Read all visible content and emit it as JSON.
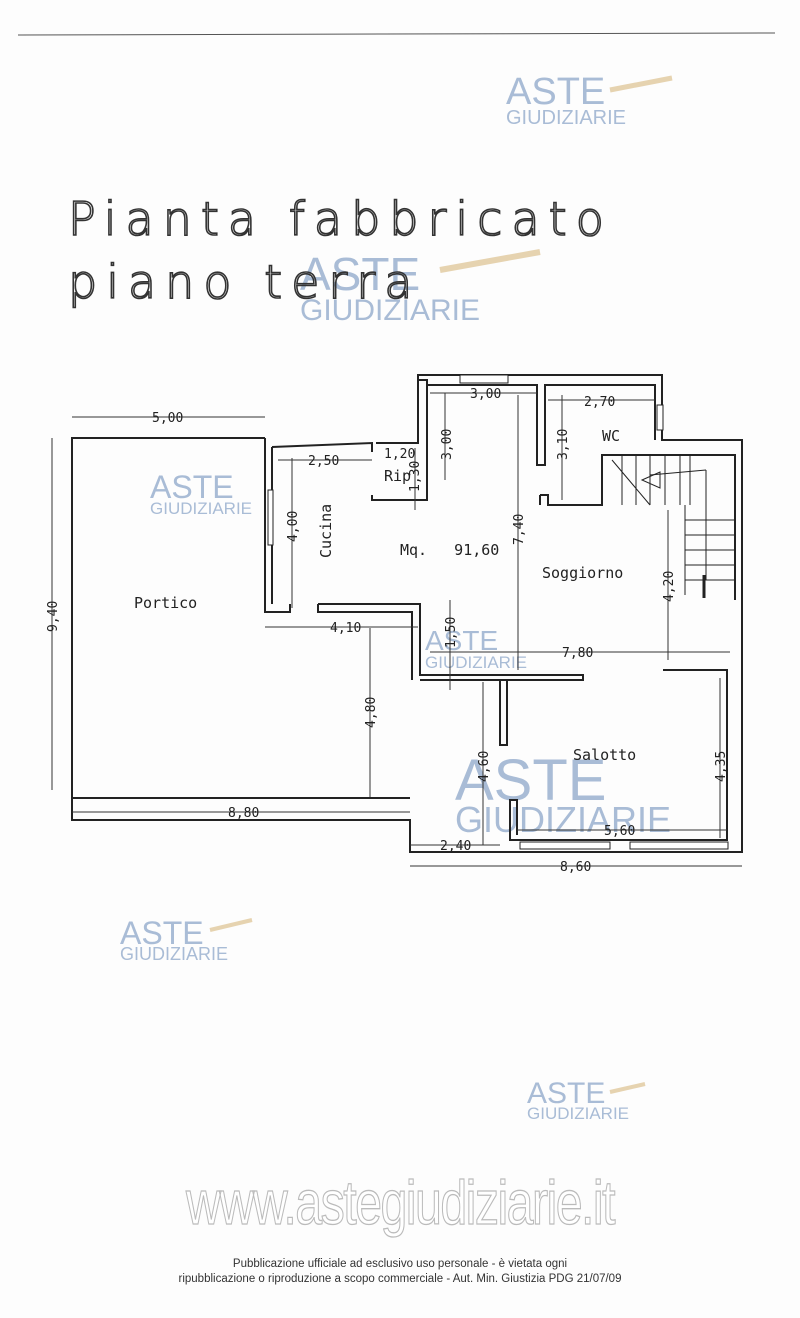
{
  "title": {
    "line1": "Pianta fabbricato",
    "line2": "piano terra"
  },
  "rooms": {
    "portico": "Portico",
    "cucina": "Cucina",
    "rip": "Rip",
    "area": "Mq.   91,60",
    "soggiorno": "Soggiorno",
    "wc": "WC",
    "salotto": "Salotto"
  },
  "dimensions": {
    "d500": "5,00",
    "d940": "9,40",
    "d250": "2,50",
    "d120": "1,20",
    "d130": "1,30",
    "d300a": "3,00",
    "d300b": "3,00",
    "d270": "2,70",
    "d310": "3,10",
    "d400": "4,00",
    "d740": "7,40",
    "d410": "4,10",
    "d150": "1,50",
    "d780": "7,80",
    "d420": "4,20",
    "d480": "4,80",
    "d460": "4,60",
    "d435": "4,35",
    "d880": "8,80",
    "d560": "5,60",
    "d240": "2,40",
    "d860": "8,60"
  },
  "watermark": {
    "line1": "ASTE",
    "line2": "GIUDIZIARIE"
  },
  "footer": {
    "url": "www.astegiudiziarie.it",
    "line1": "Pubblicazione ufficiale ad esclusivo uso personale - è vietata ogni",
    "line2": "ripubblicazione o riproduzione a scopo commerciale - Aut. Min. Giustizia PDG 21/07/09"
  }
}
